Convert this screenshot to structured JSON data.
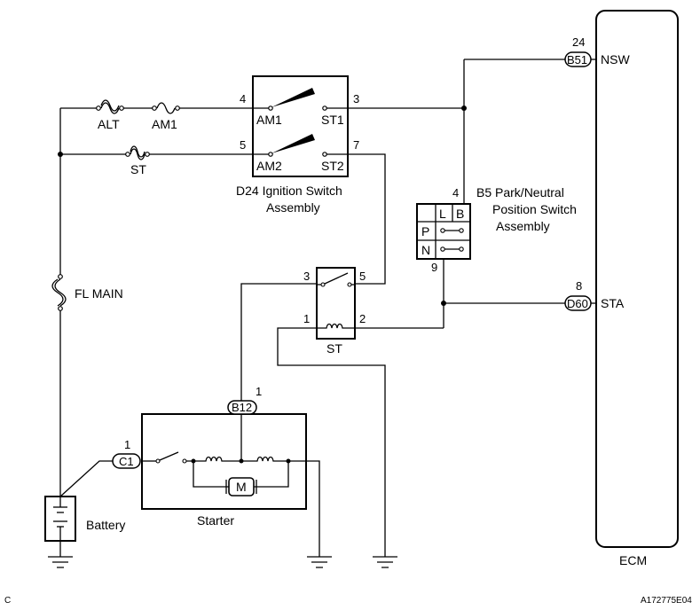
{
  "components": {
    "ignition_switch": {
      "label_1": "D24  Ignition Switch",
      "label_2": "Assembly",
      "pins": {
        "am1_in": "4",
        "st1_out": "3",
        "am2_in": "5",
        "st2_out": "7"
      },
      "terminals": {
        "am1": "AM1",
        "st1": "ST1",
        "am2": "AM2",
        "st2": "ST2"
      }
    },
    "pn_switch": {
      "label_1": "B5  Park/Neutral",
      "label_2": "Position Switch",
      "label_3": "Assembly",
      "pin_top": "4",
      "pin_bottom": "9",
      "table": {
        "col_l": "L",
        "col_b": "B",
        "row_p": "P",
        "row_n": "N"
      }
    },
    "st_relay": {
      "label": "ST",
      "pins": {
        "p3": "3",
        "p5": "5",
        "p1": "1",
        "p2": "2"
      }
    },
    "starter": {
      "label": "Starter",
      "motor": "M",
      "connector_b12": "B12",
      "pin_b12": "1",
      "connector_c1": "C1",
      "pin_c1": "1"
    },
    "battery": {
      "label": "Battery"
    },
    "ecm": {
      "label": "ECM",
      "nsw": {
        "connector": "B51",
        "pin": "24",
        "signal": "NSW"
      },
      "sta": {
        "connector": "D60",
        "pin": "8",
        "signal": "STA"
      }
    },
    "fuses": {
      "alt": "ALT",
      "am1": "AM1",
      "st": "ST",
      "fl_main": "FL MAIN"
    }
  },
  "footer": {
    "left_code": "C",
    "figure_id": "A172775E04"
  }
}
